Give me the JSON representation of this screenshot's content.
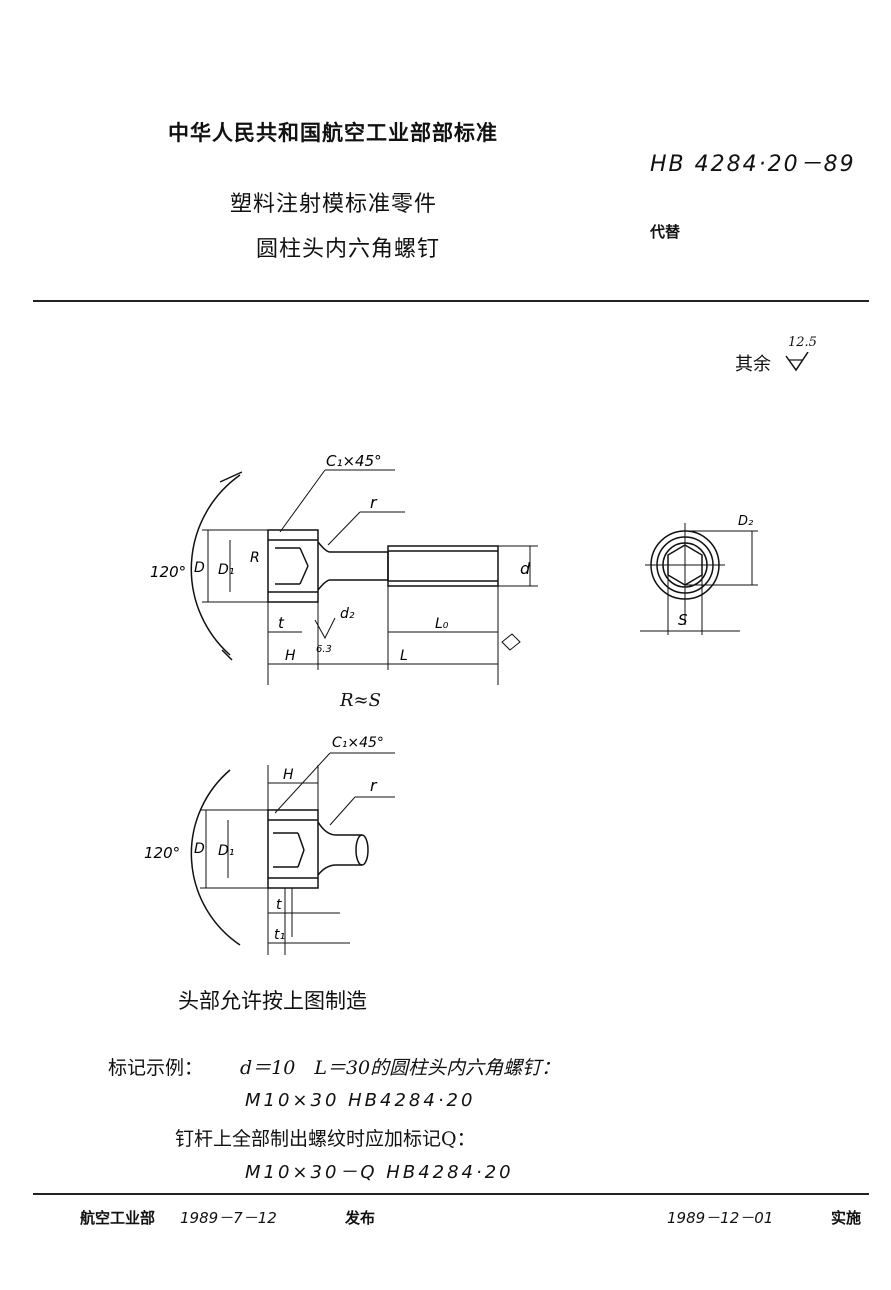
{
  "header": {
    "organization": "中华人民共和国航空工业部部标准",
    "standard_number": "HB 4284·20－89",
    "replaces_label": "代替",
    "title_line1": "塑料注射模标准零件",
    "title_line2": "圆柱头内六角螺钉"
  },
  "surface_finish": {
    "label": "其余",
    "value": "12.5"
  },
  "drawing1": {
    "chamfer": "C₁×45°",
    "radius": "r",
    "angle": "120°",
    "D": "D",
    "D1": "D₁",
    "R": "R",
    "d": "d",
    "t": "t",
    "roughness": "6.3",
    "d2": "d₂",
    "L0": "L₀",
    "H": "H",
    "L": "L",
    "relation": "R≈S"
  },
  "end_view": {
    "D2": "D₂",
    "S": "S"
  },
  "drawing2": {
    "chamfer": "C₁×45°",
    "H": "H",
    "radius": "r",
    "angle": "120°",
    "D": "D",
    "D1": "D₁",
    "t": "t",
    "t1": "t₁"
  },
  "notes": {
    "head_note": "头部允许按上图制造",
    "marking_label": "标记示例：",
    "marking_text": "d＝10　L＝30的圆柱头内六角螺钉：",
    "example1": "M10×30 HB4284·20",
    "thread_note": "钉杆上全部制出螺纹时应加标记Q：",
    "example2": "M10×30－Q HB4284·20"
  },
  "footer": {
    "issuer": "航空工业部",
    "issue_date": "1989－7－12",
    "issue_label": "发布",
    "effective_date": "1989－12－01",
    "effective_label": "实施"
  }
}
